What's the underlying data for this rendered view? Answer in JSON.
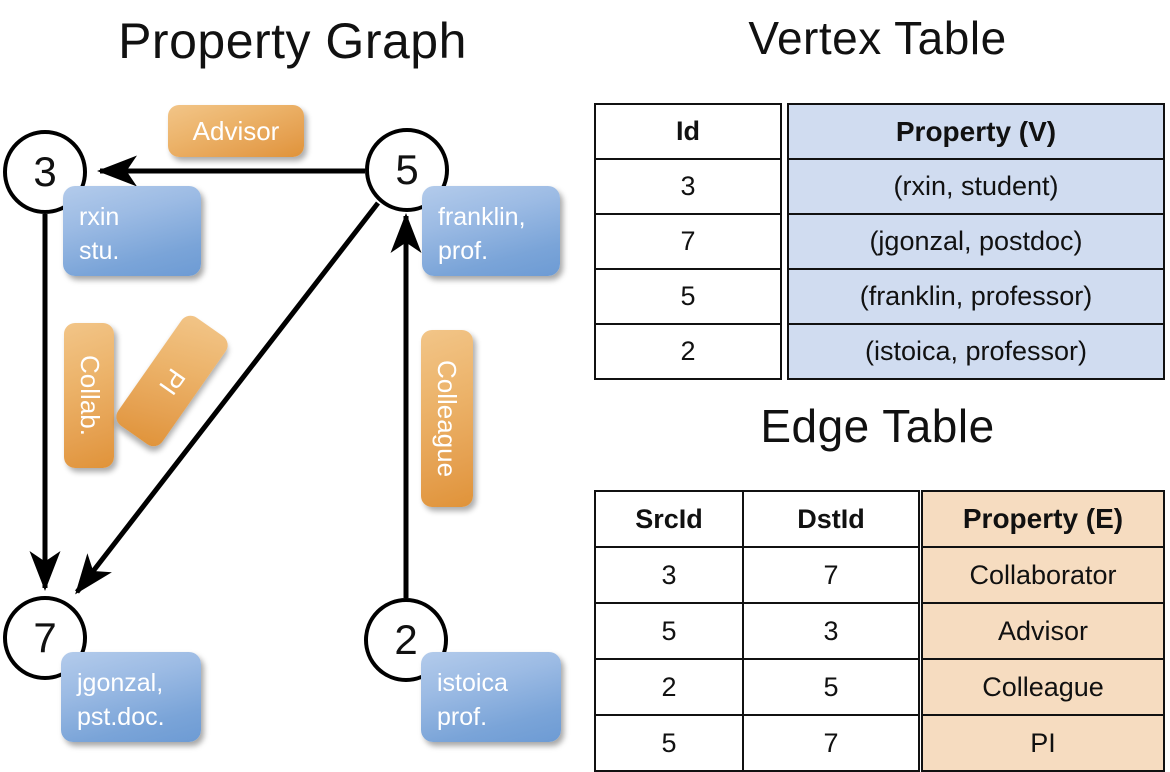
{
  "titles": {
    "property_graph": "Property Graph",
    "vertex_table": "Vertex Table",
    "edge_table": "Edge Table"
  },
  "graph": {
    "nodes": [
      {
        "id": "3",
        "property_line1": "rxin",
        "property_line2": "stu."
      },
      {
        "id": "5",
        "property_line1": "franklin,",
        "property_line2": "prof."
      },
      {
        "id": "7",
        "property_line1": "jgonzal,",
        "property_line2": "pst.doc."
      },
      {
        "id": "2",
        "property_line1": "istoica",
        "property_line2": "prof."
      }
    ],
    "edge_labels": [
      {
        "name": "advisor",
        "text": "Advisor"
      },
      {
        "name": "collab",
        "text": "Collab."
      },
      {
        "name": "pi",
        "text": "PI"
      },
      {
        "name": "colleague",
        "text": "Colleague"
      }
    ],
    "edges": [
      {
        "from": "5",
        "to": "3",
        "label": "Advisor"
      },
      {
        "from": "3",
        "to": "7",
        "label": "Collab."
      },
      {
        "from": "5",
        "to": "7",
        "label": "PI"
      },
      {
        "from": "2",
        "to": "5",
        "label": "Colleague"
      }
    ]
  },
  "vertex_table": {
    "headers": [
      "Id",
      "Property (V)"
    ],
    "rows": [
      {
        "id": "3",
        "property": "(rxin, student)"
      },
      {
        "id": "7",
        "property": "(jgonzal, postdoc)"
      },
      {
        "id": "5",
        "property": "(franklin, professor)"
      },
      {
        "id": "2",
        "property": "(istoica, professor)"
      }
    ]
  },
  "edge_table": {
    "headers": [
      "SrcId",
      "DstId",
      "Property (E)"
    ],
    "rows": [
      {
        "src": "3",
        "dst": "7",
        "property": "Collaborator"
      },
      {
        "src": "5",
        "dst": "3",
        "property": "Advisor"
      },
      {
        "src": "2",
        "dst": "5",
        "property": "Colleague"
      },
      {
        "src": "5",
        "dst": "7",
        "property": "PI"
      }
    ]
  },
  "colors": {
    "vertex_property_fill": "#d0dcf0",
    "edge_property_fill": "#f6dcc0",
    "node_callout_blue": "#7aa4d8",
    "edge_callout_orange": "#e5a050",
    "stroke": "#111111"
  }
}
